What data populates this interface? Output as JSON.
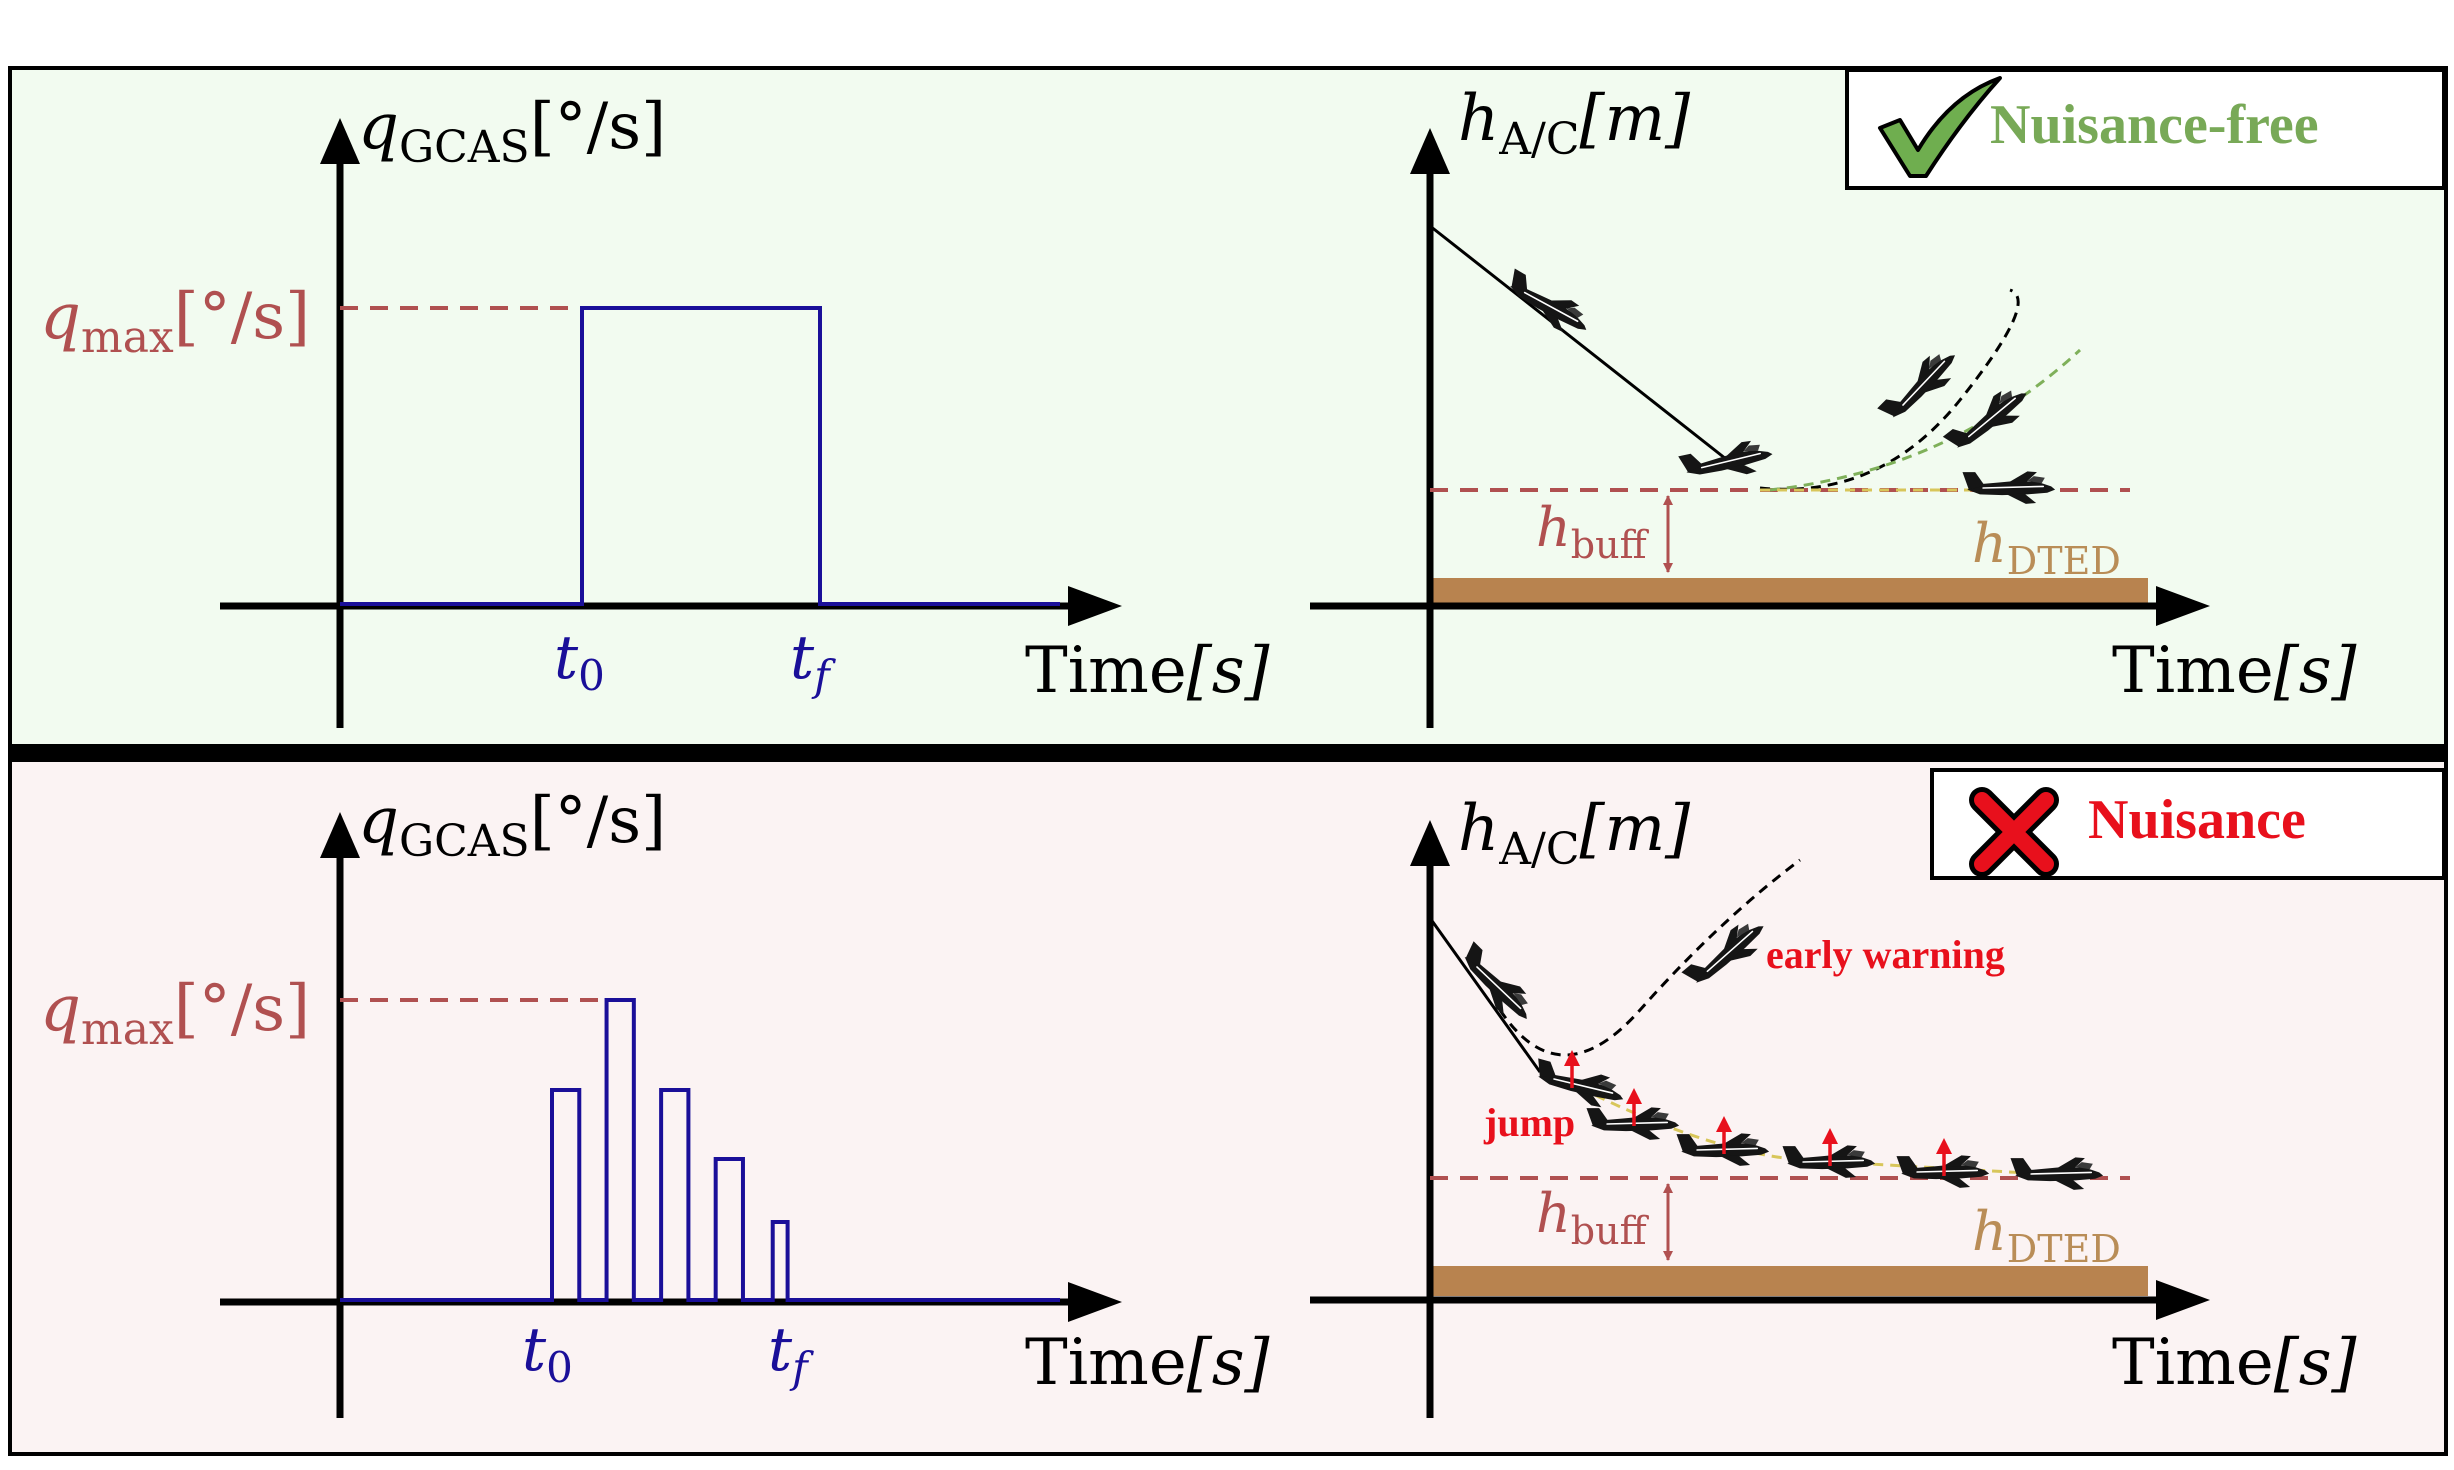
{
  "colors": {
    "good_bg": "#f2fbf0",
    "bad_bg": "#fbf3f3",
    "signal": "#1a0f99",
    "limit": "#b05050",
    "ground": "#b8834f",
    "ok_text": "#78a957",
    "bad_text": "#e8101c",
    "annotation": "#e8101c",
    "dted_text": "#b98d57",
    "dash_green": "#7fb05a",
    "dash_yellow": "#d8c65a"
  },
  "axis": {
    "q_var": "q",
    "q_sub": "GCAS",
    "q_unit": "[°/s]",
    "qmax_var": "q",
    "qmax_sub": "max",
    "qmax_unit": "[°/s]",
    "h_var": "h",
    "h_sub": "A/C",
    "h_unit": "[m]",
    "time_word": "Time",
    "time_unit": "[s]",
    "t0_var": "t",
    "t0_sub": "0",
    "tf_var": "t",
    "tf_sub": "f",
    "hbuff_var": "h",
    "hbuff_sub": "buff",
    "hdted_var": "h",
    "hdted_sub": "DTED"
  },
  "top": {
    "badge_icon": "check-icon",
    "badge_label": "Nuisance-free",
    "pulses": [
      {
        "start": 0.0,
        "end": 1.0,
        "level": 1.0
      }
    ]
  },
  "bottom": {
    "badge_icon": "cross-icon",
    "badge_label": "Nuisance",
    "early_warning": "early warning",
    "jump": "jump",
    "pulses": [
      {
        "start": 0.0,
        "end": 0.11,
        "level": 0.7
      },
      {
        "start": 0.22,
        "end": 0.33,
        "level": 1.0
      },
      {
        "start": 0.44,
        "end": 0.55,
        "level": 0.7
      },
      {
        "start": 0.66,
        "end": 0.77,
        "level": 0.47
      },
      {
        "start": 0.89,
        "end": 0.95,
        "level": 0.26
      }
    ]
  }
}
